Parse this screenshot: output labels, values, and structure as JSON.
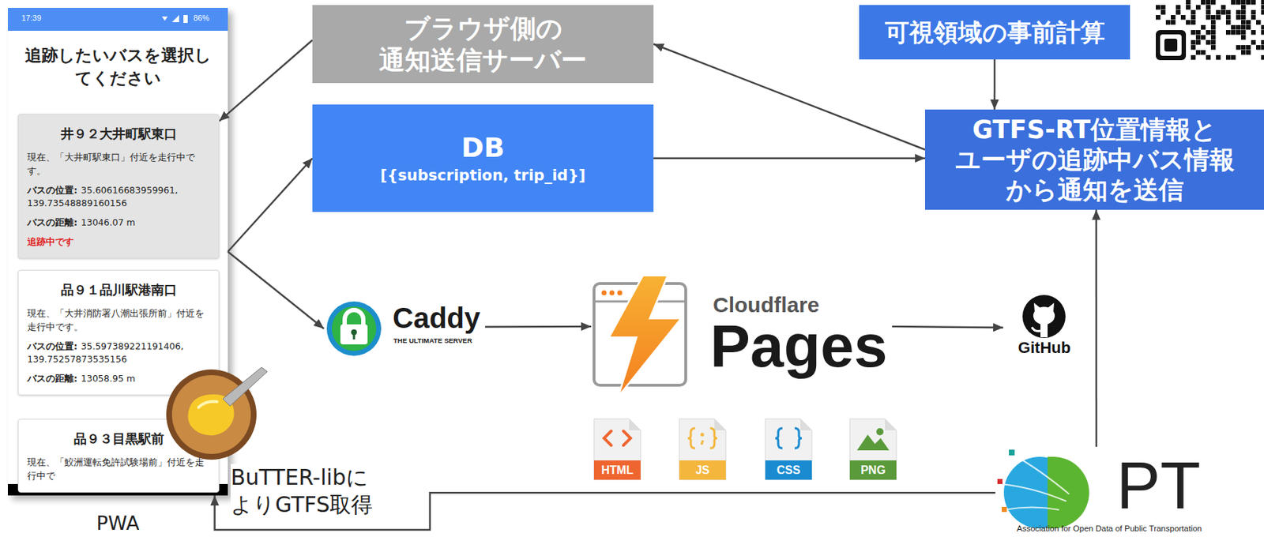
{
  "diagram": {
    "nodes": [
      {
        "text": [
          "追跡したいバスを選択してください",
          "PWA"
        ]
      },
      {
        "text": [
          "井９２大井町駅東口",
          "現在、「大井町駅東口」付近を走行中です。",
          "バスの位置:",
          "35.60616683959961, 139.73548889160156",
          "バスの距離:",
          "13046.07 m",
          "追跡中です"
        ],
        "in": 0
      },
      {
        "text": [
          "品９１品川駅港南口",
          "現在、「大井消防署八潮出張所前」付近を走行中です。",
          "バスの位置:",
          "35.597389221191406, 139.75257873535156",
          "バスの距離:",
          "13058.95 m"
        ],
        "in": 0
      },
      {
        "text": [
          "品９３目黒駅前",
          "現在、「鮫洲運転免許試験場前」付近を走行中で"
        ],
        "in": 0
      },
      {
        "text": [
          "ブラウザ側の 通知送信サーバー"
        ]
      },
      {
        "text": [
          "DB",
          "[{subscription, trip_id}]"
        ]
      },
      {
        "text": [
          "Caddy",
          "THE ULTIMATE SERVER"
        ]
      },
      {
        "text": [
          "Cloudflare",
          "Pages"
        ]
      },
      {
        "text": [
          "GitHub"
        ]
      },
      {
        "text": [
          "可視領域の事前計算"
        ]
      },
      {
        "text": [
          "GTFS-RT位置情報と ユーザの追跡中バス情報 から通知を送信"
        ]
      },
      {
        "text": [
          "PT",
          "Association for Open Data of Public Transportation"
        ]
      }
    ],
    "edges": [
      {
        "from": 4,
        "to": 1,
        "arrow": "to"
      },
      {
        "from": 0,
        "to": 5,
        "arrow": "to"
      },
      {
        "from": 0,
        "to": 6,
        "arrow": "to"
      },
      {
        "from": 6,
        "to": 7,
        "arrow": "to"
      },
      {
        "from": 7,
        "to": 8,
        "arrow": "to"
      },
      {
        "from": 5,
        "to": 10,
        "arrow": "to"
      },
      {
        "from": 10,
        "to": 4,
        "arrow": "to"
      },
      {
        "from": 9,
        "to": 10,
        "arrow": "to"
      },
      {
        "from": 11,
        "to": 10,
        "arrow": "to"
      },
      {
        "from": 11,
        "to": 0,
        "label": "BuTTER-libによりGTFS取得",
        "arrow": "to"
      }
    ],
    "labels": [
      "17:39",
      "86%",
      "HTML",
      "JS",
      "CSS",
      "PNG"
    ]
  }
}
